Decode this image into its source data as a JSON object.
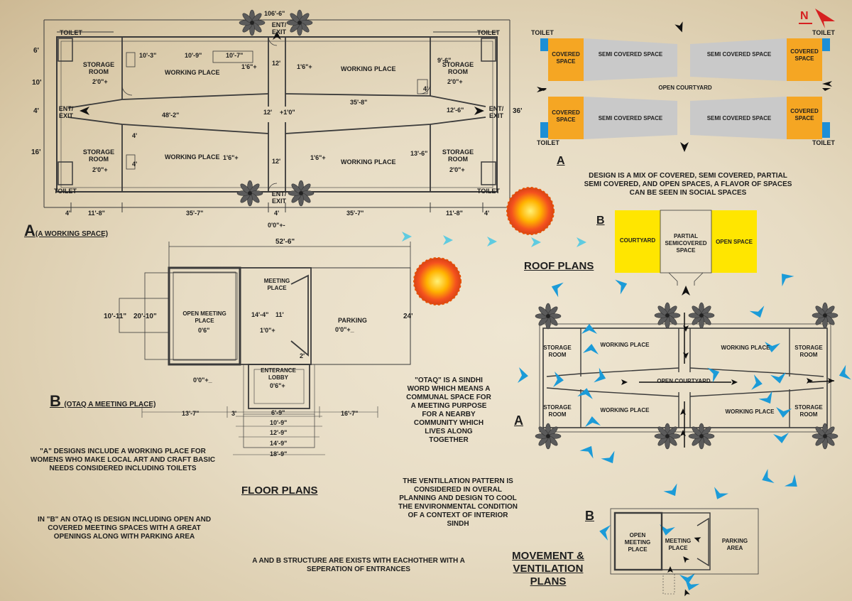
{
  "north": {
    "letter": "N"
  },
  "plan_a": {
    "toilet": "TOILET",
    "storage_room": "STORAGE ROOM",
    "working_place": "WORKING PLACE",
    "ent_exit": "ENT/ EXIT",
    "dims": {
      "top_total": "106'-6\"",
      "d_6": "6'",
      "d_10": "10'",
      "d_4": "4'",
      "d_16": "16'",
      "d_36": "36'",
      "d_10_3": "10'-3\"",
      "d_10_9": "10'-9\"",
      "d_10_7": "10'-7\"",
      "d_9_6": "9'-6\"",
      "d_12": "12'",
      "d_48_2": "48'-2\"",
      "d_35_8": "35'-8\"",
      "d_12_6": "12'-6\"",
      "d_13_6": "13'-6\"",
      "d_11_8": "11'-8\"",
      "d_35_7": "35'-7\"",
      "lvl_2": "2'0\"+",
      "lvl_16": "1'6\"+",
      "lvl_10": "+1'0\"",
      "lvl_0": "0'0\"+-"
    },
    "label_letter": "A",
    "label_text": "(A WORKING SPACE)"
  },
  "plan_b": {
    "total_width": "52'-6\"",
    "open_meeting_place": "OPEN MEETING PLACE",
    "lvl_06": "0'6\"",
    "meeting_place": "MEETING PLACE",
    "d_14_4": "14'-4\"",
    "d_11": "11'",
    "lvl_10": "1'0\"+",
    "parking": "PARKING",
    "lvl_parking": "0'0\"+_",
    "d_24": "24'",
    "d_10_11": "10'-11\"",
    "d_20_10": "20'-10\"",
    "d_2": "2'",
    "lvl_out": "0'0\"+_",
    "lobby": "ENTERANCE LOBBY",
    "lvl_lobby": "0'6\"+",
    "d_13_7": "13'-7\"",
    "d_3": "3'",
    "d_16_7": "16'-7\"",
    "steps": [
      "6'-9\"",
      "10'-9\"",
      "12'-9\"",
      "14'-9\"",
      "18'-9\""
    ],
    "label_letter": "B",
    "label_text": "(OTAQ A MEETING PLACE)"
  },
  "roof_a": {
    "toilet": "TOILET",
    "covered": "COVERED SPACE",
    "semi": "SEMI COVERED SPACE",
    "courtyard": "OPEN COURTYARD",
    "letter": "A"
  },
  "roof_b": {
    "letter": "B",
    "courtyard": "COURTYARD",
    "partial": "PARTIAL SEMICOVERED SPACE",
    "open_space": "OPEN SPACE"
  },
  "notes": {
    "roof_design": "DESIGN IS A MIX OF COVERED, SEMI COVERED, PARTIAL SEMI COVERED, AND OPEN SPACES, A FLAVOR OF SPACES CAN BE SEEN IN SOCIAL SPACES",
    "roof_plans": "ROOF PLANS",
    "otaq": "\"OTAQ\" IS A SINDHI WORD WHICH MEANS A COMMUNAL SPACE FOR A MEETING PURPOSE FOR A NEARBY COMMUNITY WHICH LIVES ALONG TOGETHER",
    "a_designs": "\"A\" DESIGNS INCLUDE A WORKING PLACE FOR WOMENS WHO MAKE LOCAL ART AND CRAFT BASIC NEEDS CONSIDERED INCLUDING TOILETS",
    "floor_plans": "FLOOR PLANS",
    "ventilation": "THE VENTILLATION PATTERN IS CONSIDERED IN OVERAL PLANNING AND DESIGN TO COOL THE ENVIRONMENTAL CONDITION OF A CONTEXT OF INTERIOR SINDH",
    "b_otaq": "IN \"B\" AN OTAQ IS DESIGN INCLUDING OPEN AND COVERED MEETING SPACES WITH A GREAT OPENINGS ALONG WITH PARKING AREA",
    "structures": "A AND B STRUCTURE ARE EXISTS WITH EACHOTHER WITH A SEPERATION OF ENTRANCES",
    "movement": "MOVEMENT & VENTILATION PLANS"
  },
  "move_a": {
    "storage_room": "STORAGE ROOM",
    "working_place": "WORKING PLACE",
    "courtyard": "OPEN COURTYARD",
    "letter": "A"
  },
  "move_b": {
    "letter": "B",
    "open_meeting": "OPEN MEETING PLACE",
    "meeting": "MEETING PLACE",
    "parking": "PARKING AREA"
  },
  "colors": {
    "paper": "#e7dcc4",
    "line": "#3a3a3a",
    "covered": "#f5a623",
    "semi": "#c8c8c8",
    "toilet": "#1e8fd6",
    "yellow": "#ffe600",
    "arrow": "#1b9bd8",
    "cyan": "#5fcbe0",
    "north": "#d62020"
  }
}
